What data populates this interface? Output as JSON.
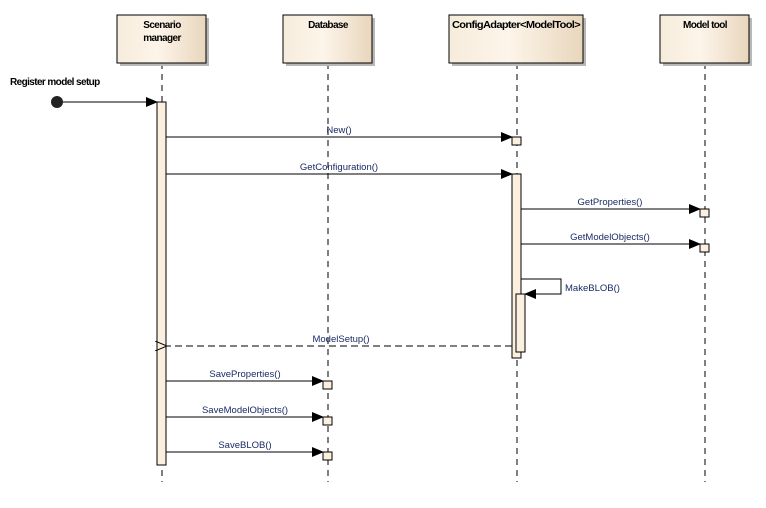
{
  "diagram_type": "UML sequence diagram",
  "lifelines": [
    {
      "name_line1": "Scenario",
      "name_line2": "manager"
    },
    {
      "name_line1": "Database"
    },
    {
      "name_line1": "ConfigAdapter<ModelTool>"
    },
    {
      "name_line1": "Model tool"
    }
  ],
  "initial_message": "Register model setup",
  "messages": [
    {
      "label": "New()",
      "from": "Scenario manager",
      "to": "ConfigAdapter<ModelTool>",
      "kind": "sync"
    },
    {
      "label": "GetConfiguration()",
      "from": "Scenario manager",
      "to": "ConfigAdapter<ModelTool>",
      "kind": "sync"
    },
    {
      "label": "GetProperties()",
      "from": "ConfigAdapter<ModelTool>",
      "to": "Model tool",
      "kind": "sync"
    },
    {
      "label": "GetModelObjects()",
      "from": "ConfigAdapter<ModelTool>",
      "to": "Model tool",
      "kind": "sync"
    },
    {
      "label": "MakeBLOB()",
      "from": "ConfigAdapter<ModelTool>",
      "to": "ConfigAdapter<ModelTool>",
      "kind": "self"
    },
    {
      "label": "ModelSetup()",
      "from": "ConfigAdapter<ModelTool>",
      "to": "Scenario manager",
      "kind": "return"
    },
    {
      "label": "SaveProperties()",
      "from": "Scenario manager",
      "to": "Database",
      "kind": "sync"
    },
    {
      "label": "SaveModelObjects()",
      "from": "Scenario manager",
      "to": "Database",
      "kind": "sync"
    },
    {
      "label": "SaveBLOB()",
      "from": "Scenario manager",
      "to": "Database",
      "kind": "sync"
    }
  ],
  "colors": {
    "box_fill_light": "#fdf6ec",
    "box_fill_dark": "#e9d9c0",
    "activation": "#fbefe0",
    "label": "#1a2a66"
  }
}
